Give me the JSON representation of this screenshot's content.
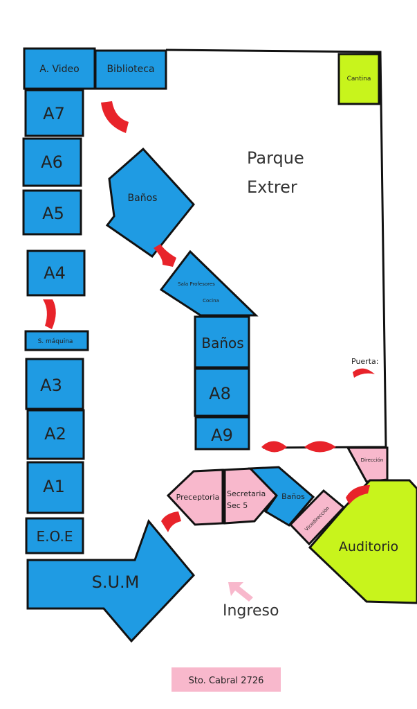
{
  "map": {
    "park_label_line1": "Parque",
    "park_label_line2": "Extrer",
    "rooms": {
      "video": "A. Video",
      "library": "Biblioteca",
      "canteen": "Cantina",
      "a7": "A7",
      "a6": "A6",
      "a5": "A5",
      "a4": "A4",
      "machine": "S. máquina",
      "a3": "A3",
      "a2": "A2",
      "a1": "A1",
      "eoe": "E.O.E",
      "sum": "S.U.M",
      "bath1": "Baños",
      "teachers": "Sala Profesores",
      "kitchen": "Cocina",
      "bath2": "Baños",
      "a8": "A8",
      "a9": "A9",
      "preceptoria": "Preceptoria",
      "secretaria1": "Secretaria",
      "secretaria2": "Sec 5",
      "bath3": "Baños",
      "vicedireccion": "Vicedirección",
      "direccion": "Dirección",
      "auditorio": "Auditorio"
    },
    "door_label": "Puerta:",
    "entrance": "Ingreso",
    "address": "Sto. Cabral 2726",
    "colors": {
      "classroom": "#1f9be3",
      "office": "#f8b8cc",
      "auditorium": "#c8f41c",
      "door": "#e8232a"
    }
  }
}
